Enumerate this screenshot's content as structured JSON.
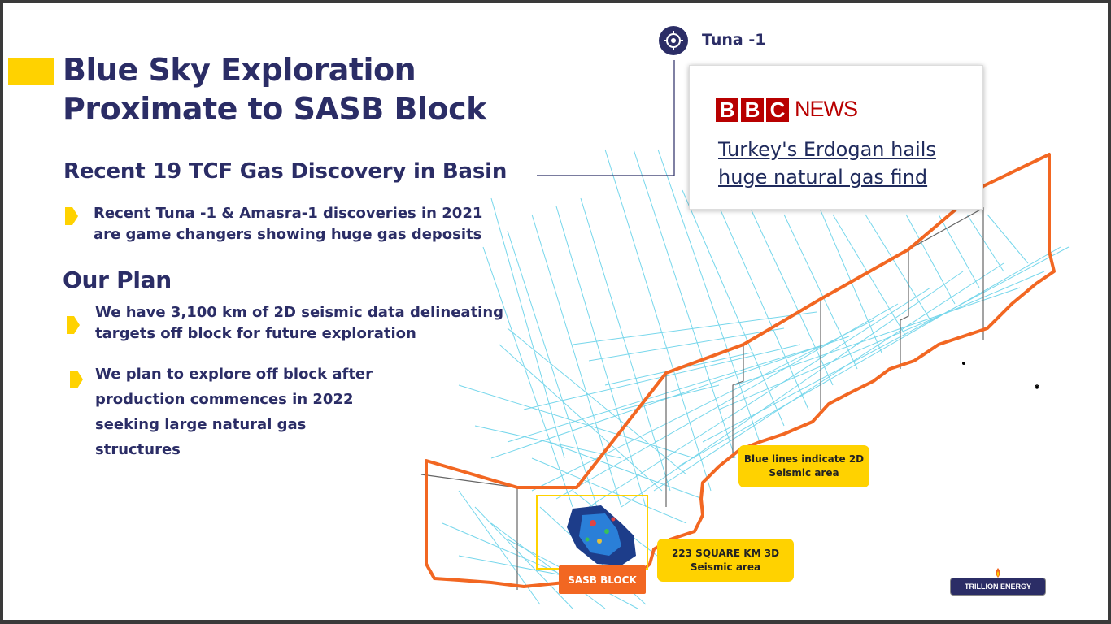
{
  "slide": {
    "title_line1": "Blue Sky Exploration",
    "title_line2": "Proximate to SASB Block",
    "subheading": "Recent 19 TCF Gas Discovery in Basin",
    "bullet1_line1": "Recent Tuna -1 & Amasra-1 discoveries in 2021",
    "bullet1_line2": "are game changers showing huge gas deposits",
    "plan_heading": "Our Plan",
    "bullet2_line1": "We have 3,100 km of 2D seismic data delineating",
    "bullet2_line2": "targets off block for future exploration",
    "bullet3_line1": "We plan to explore off block after",
    "bullet3_line2": "production commences in 2022",
    "bullet3_line3": "seeking large natural gas",
    "bullet3_line4": "structures"
  },
  "map": {
    "tuna_label": "Tuna -1",
    "callout_2d_line1": "Blue lines indicate 2D",
    "callout_2d_line2": "Seismic area",
    "callout_3d_line1": "223 SQUARE KM 3D",
    "callout_3d_line2": "Seismic area",
    "sasb_label": "SASB BLOCK"
  },
  "news": {
    "bbc_b1": "B",
    "bbc_b2": "B",
    "bbc_c": "C",
    "bbc_news": "NEWS",
    "headline_line1": "Turkey's Erdogan hails",
    "headline_line2": "huge natural gas find"
  },
  "logo": {
    "text": "TRILLION ENERGY"
  },
  "colors": {
    "navy": "#2b2d66",
    "yellow": "#ffd200",
    "orange": "#f26722",
    "seismic": "#5fd0e8",
    "bbc_red": "#b80000"
  }
}
